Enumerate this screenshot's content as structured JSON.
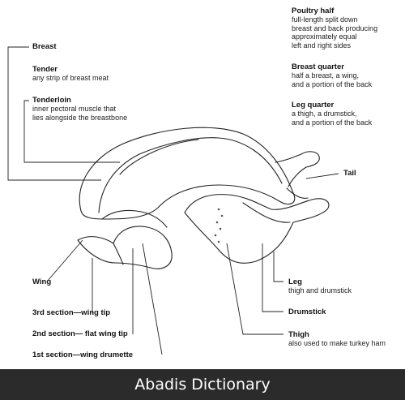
{
  "labels": {
    "breast": {
      "title": "Breast"
    },
    "tender": {
      "title": "Tender",
      "desc": [
        "any strip of breast meat"
      ]
    },
    "tenderloin": {
      "title": "Tenderloin",
      "desc": [
        "inner pectoral muscle that",
        "lies alongside the breastbone"
      ]
    },
    "poultry_half": {
      "title": "Poultry half",
      "desc": [
        "full-length split down",
        "breast and back producing",
        "approximately equal",
        "left and right sides"
      ]
    },
    "breast_quarter": {
      "title": "Breast quarter",
      "desc": [
        "half a breast, a wing,",
        "and a portion of the back"
      ]
    },
    "leg_quarter": {
      "title": "Leg quarter",
      "desc": [
        "a thigh, a drumstick,",
        "and a portion of the back"
      ]
    },
    "tail": {
      "title": "Tail"
    },
    "wing": {
      "title": "Wing"
    },
    "leg": {
      "title": "Leg",
      "desc": [
        "thigh and drumstick"
      ]
    },
    "drumstick": {
      "title": "Drumstick"
    },
    "thigh": {
      "title": "Thigh",
      "desc": [
        "also used to make turkey ham"
      ]
    },
    "wing_tip": {
      "title": "3rd section—wing tip"
    },
    "flat_wing_tip": {
      "title": "2nd section— flat wing tip"
    },
    "wing_drumette": {
      "title": "1st section—wing drumette"
    }
  },
  "footer": {
    "text": "Abadis Dictionary"
  }
}
